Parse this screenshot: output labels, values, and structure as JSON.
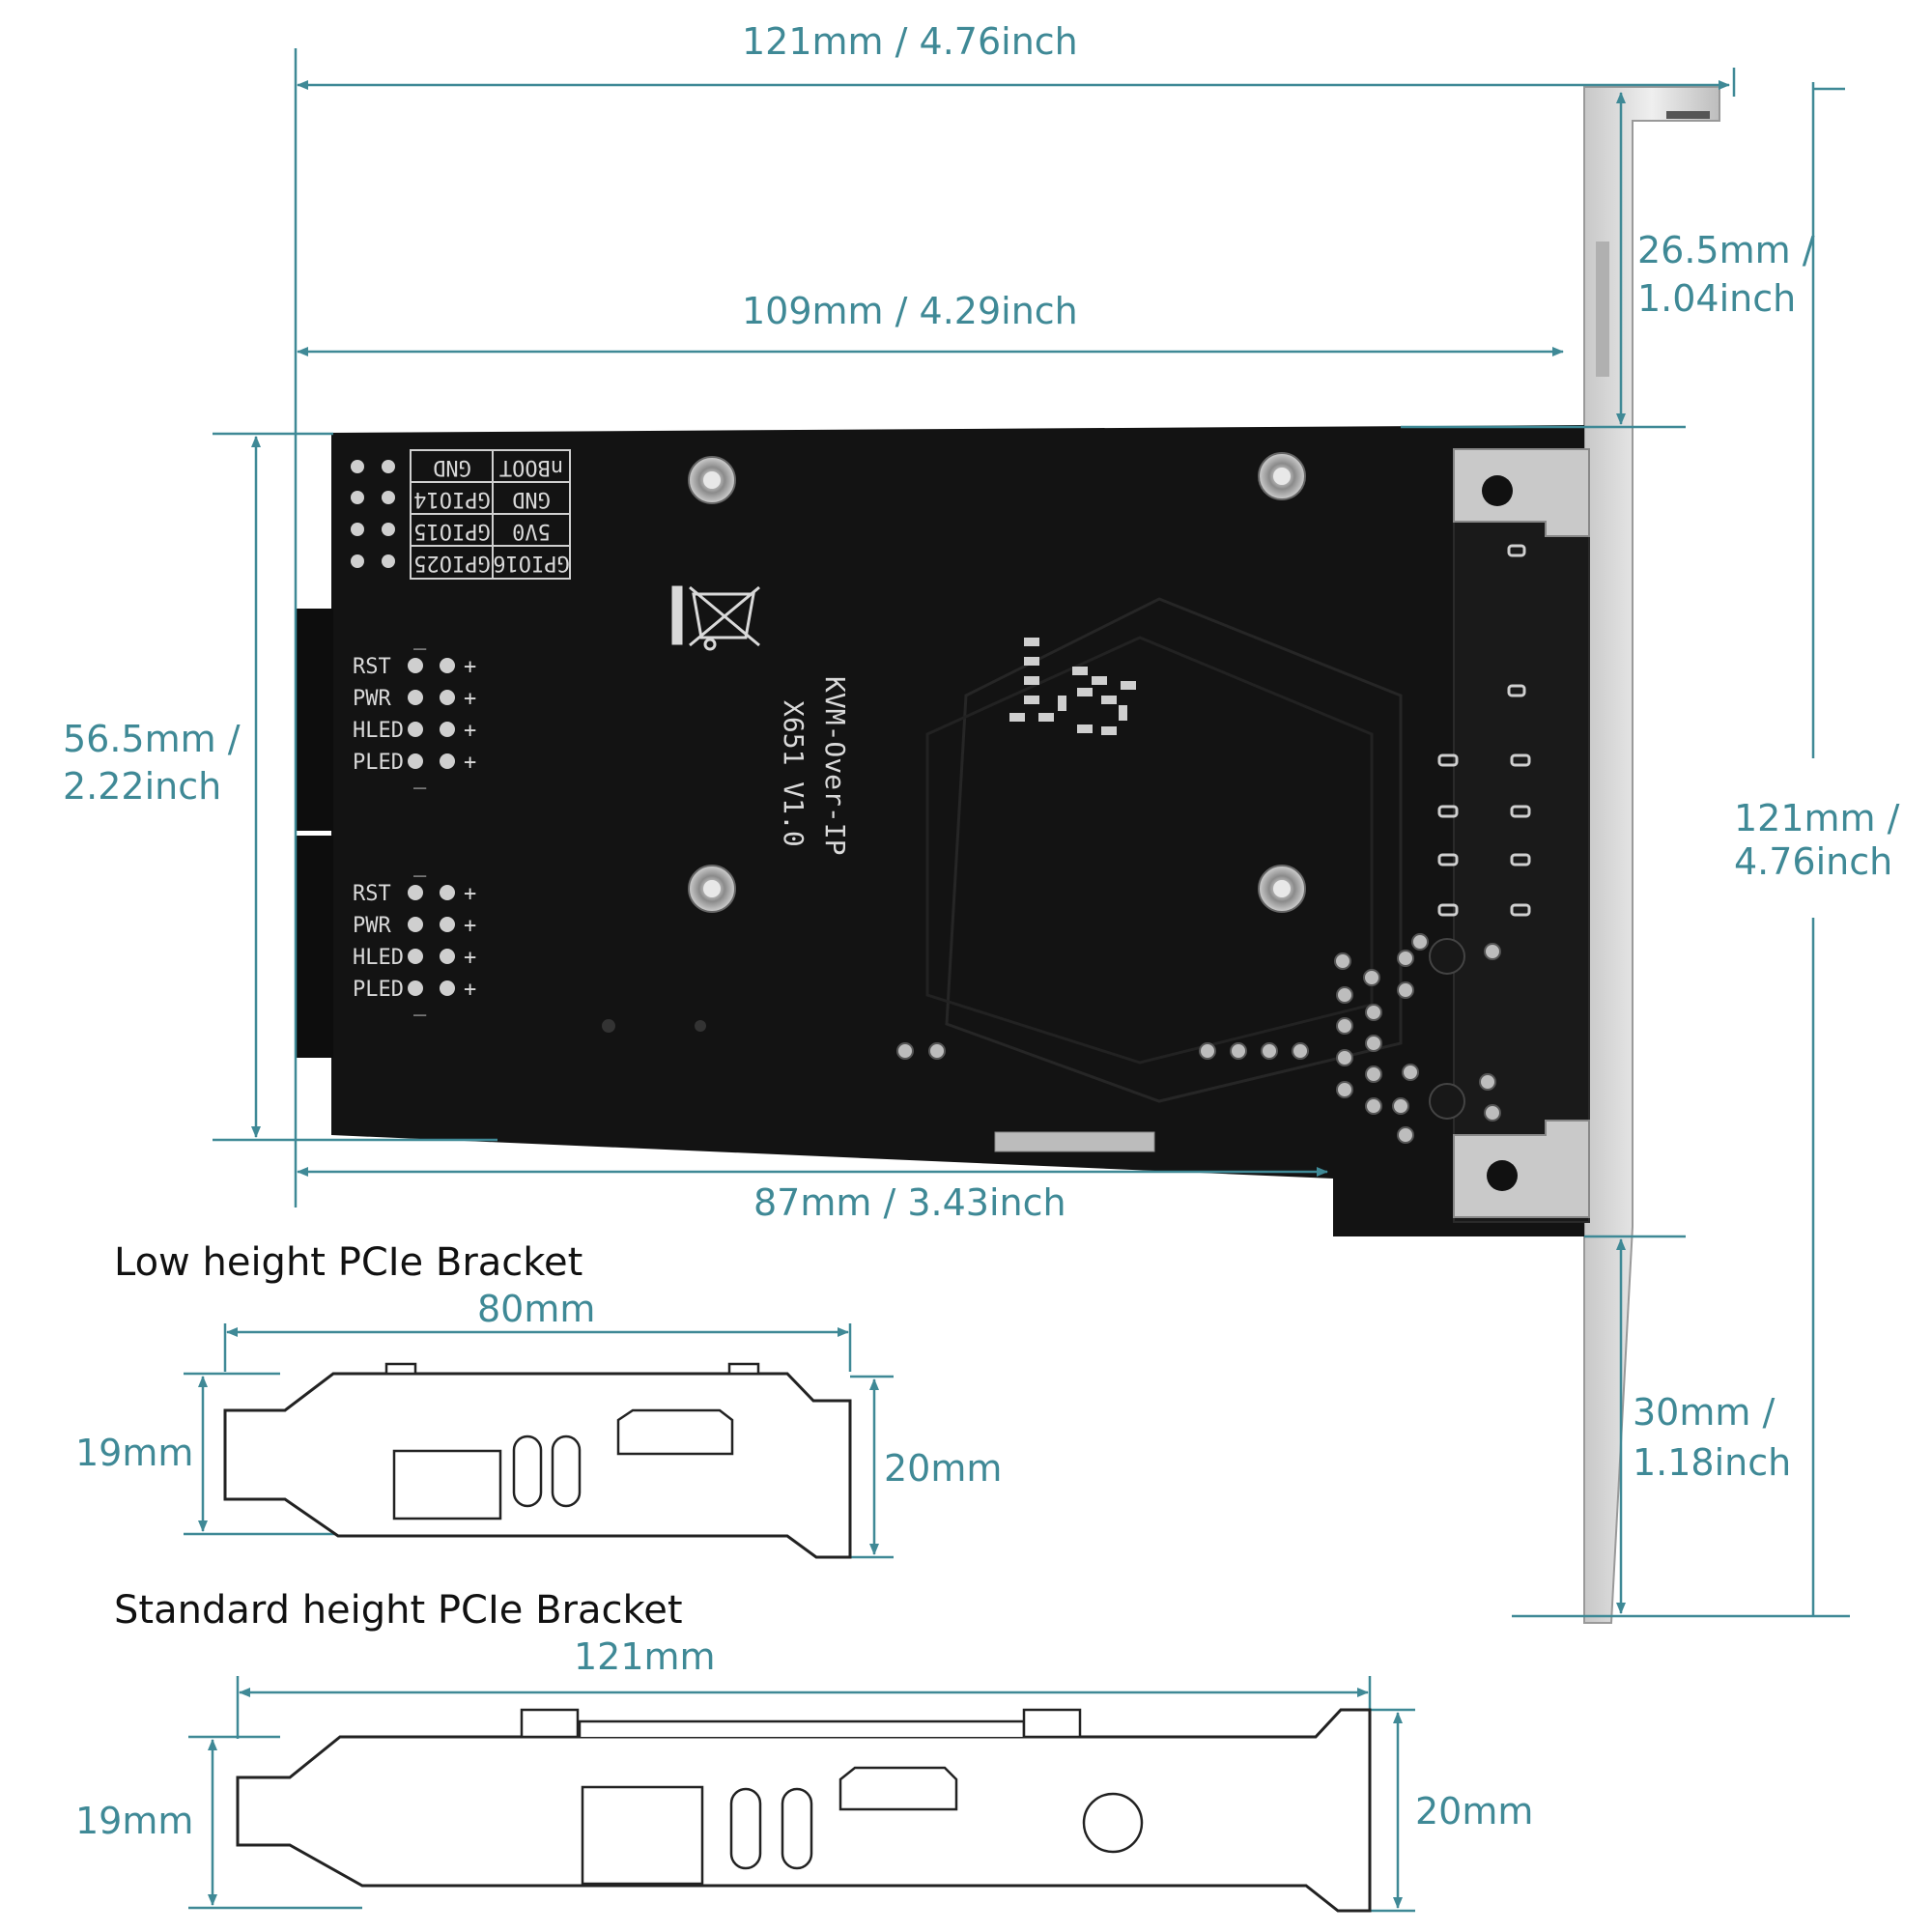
{
  "card": {
    "dims": {
      "overall_length": "121mm / 4.76inch",
      "board_length": "109mm / 4.29inch",
      "bottom_length": "87mm / 3.43inch",
      "board_height_mm": "56.5mm /",
      "board_height_in": "2.22inch",
      "bracket_top_mm": "26.5mm /",
      "bracket_top_in": "1.04inch",
      "total_height_mm": "121mm /",
      "total_height_in": "4.76inch",
      "bracket_bottom_mm": "30mm /",
      "bracket_bottom_in": "1.18inch"
    },
    "silkscreen": {
      "gpio_table": [
        [
          "nBOOT",
          "GND"
        ],
        [
          "GND",
          "GPIO14"
        ],
        [
          "5V0",
          "GPIO15"
        ],
        [
          "GPIO16",
          "GPIO25"
        ]
      ],
      "header_labels": [
        "RST",
        "PWR",
        "HLED",
        "PLED"
      ],
      "board_name": "KVM-Over-IP",
      "board_version": "X651 V1.0"
    }
  },
  "low_bracket": {
    "title": "Low height PCIe Bracket",
    "width": "80mm",
    "left_height": "19mm",
    "right_height": "20mm"
  },
  "std_bracket": {
    "title": "Standard height PCIe  Bracket",
    "width": "121mm",
    "left_height": "19mm",
    "right_height": "20mm"
  },
  "colors": {
    "dimension": "#3f8996",
    "pcb": "#111111",
    "bracket_metal": "#d8d8d8"
  }
}
